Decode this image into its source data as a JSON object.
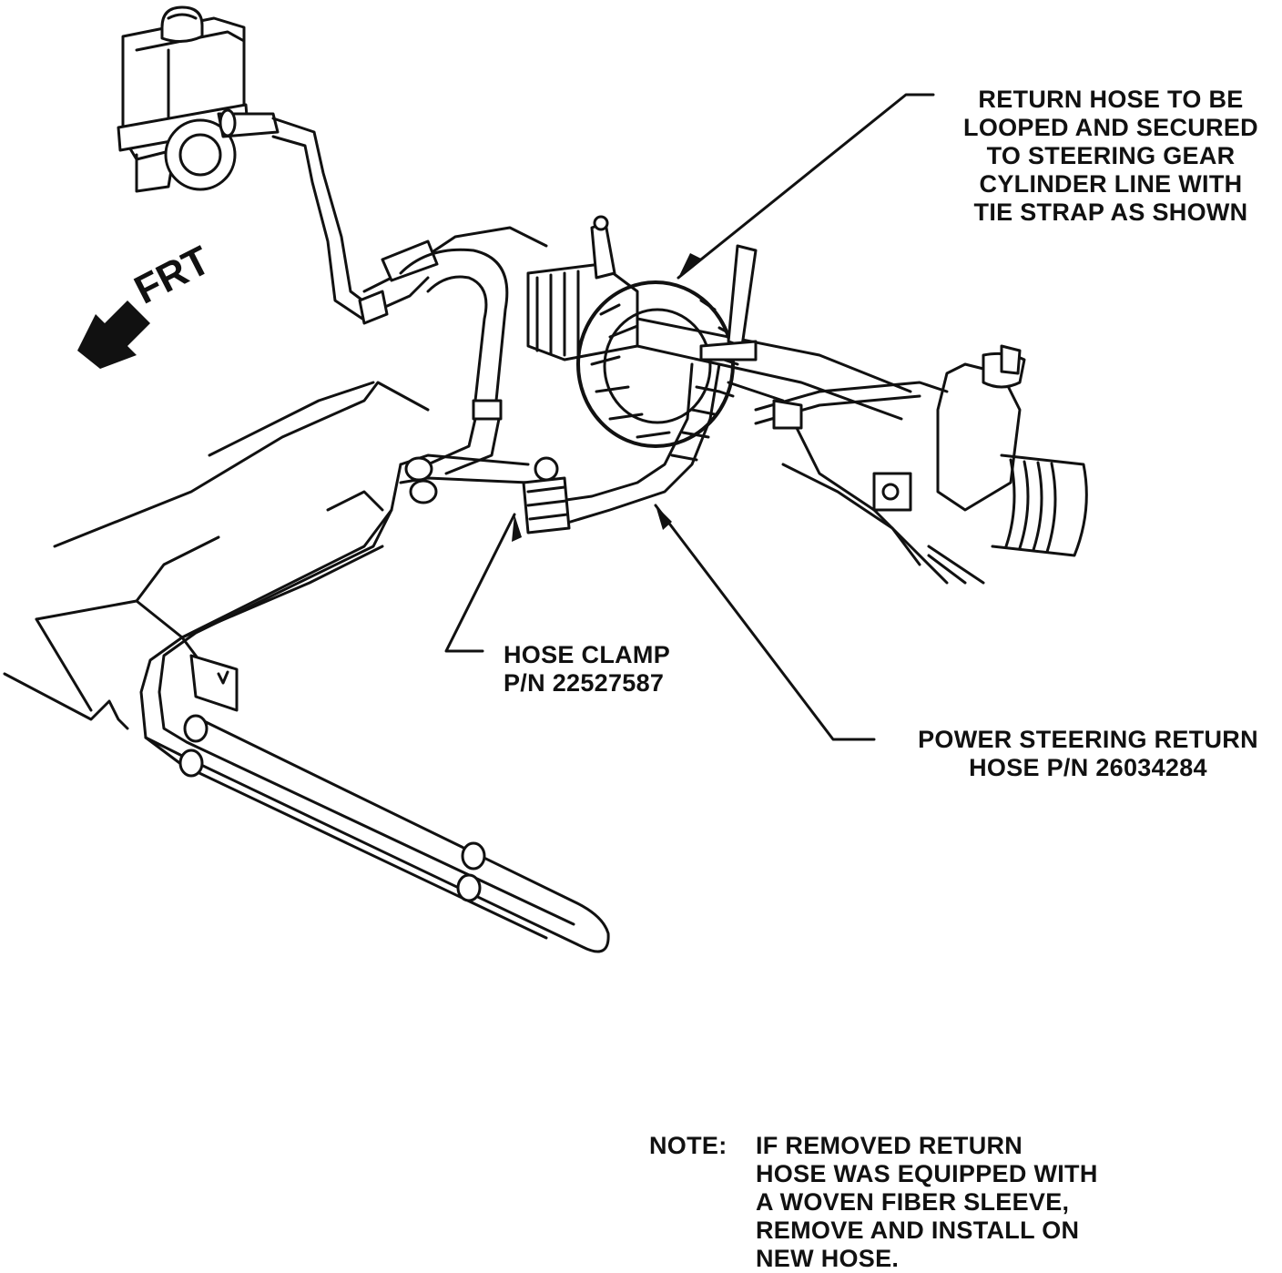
{
  "labels": {
    "return_hose_loop": [
      "RETURN HOSE TO BE",
      "LOOPED AND SECURED",
      "TO STEERING GEAR",
      "CYLINDER LINE WITH",
      "TIE STRAP AS SHOWN"
    ],
    "hose_clamp": [
      "HOSE CLAMP",
      "P/N 22527587"
    ],
    "return_hose": [
      "POWER STEERING RETURN",
      "HOSE P/N 26034284"
    ],
    "front_arrow": "FRT"
  },
  "note": {
    "key": "NOTE:",
    "lines": [
      "IF REMOVED RETURN",
      "HOSE WAS EQUIPPED WITH",
      "A WOVEN FIBER SLEEVE,",
      "REMOVE AND INSTALL ON",
      "NEW HOSE."
    ]
  },
  "colors": {
    "ink": "#111111",
    "paper": "#ffffff"
  }
}
